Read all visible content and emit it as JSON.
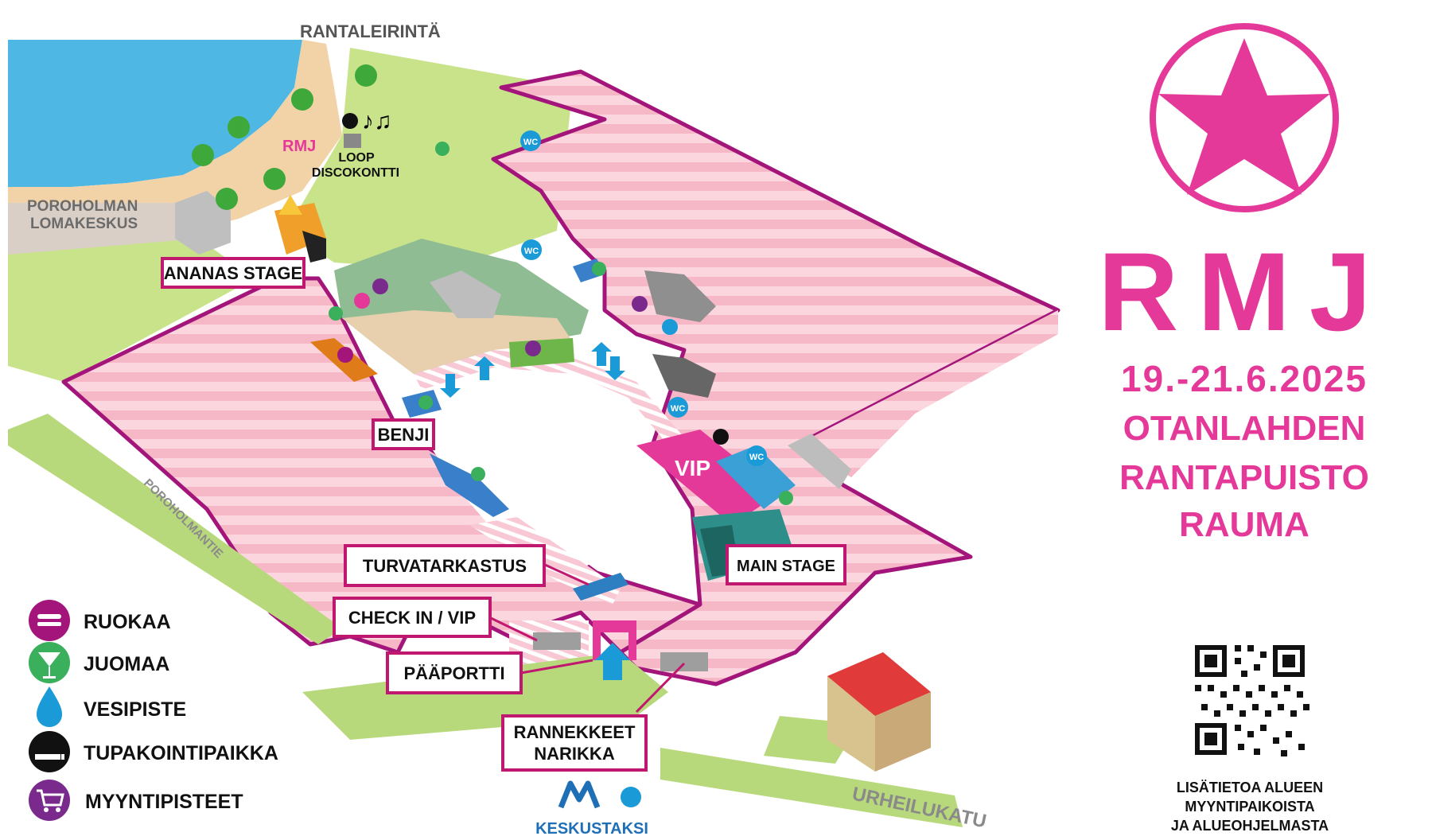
{
  "colors": {
    "festival_pink": "#e5399a",
    "area_fill": "#f6b8c6",
    "area_stripe": "#fbd6de",
    "border": "#a3157a",
    "water": "#4fb7e3",
    "grass": "#c9e38a",
    "sand": "#f2d2a7",
    "parking_green": "#9fd06a",
    "wc_blue": "#1a9ad7"
  },
  "places": {
    "rantaleirinta": "RANTALEIRINTÄ",
    "poroholman_line1": "POROHOLMAN",
    "poroholman_line2": "LOMAKESKUS",
    "poroholmantie": "POROHOLMANTIE",
    "urheilukatu": "URHEILUKATU",
    "loop_line1": "LOOP",
    "loop_line2": "DISCOKONTTI",
    "vip": "VIP",
    "rmj_sign": "RMJ",
    "wc": "WC"
  },
  "callouts": {
    "ananas": "ANANAS STAGE",
    "benji": "BENJI",
    "turvatarkastus": "TURVATARKASTUS",
    "checkin": "CHECK IN / VIP",
    "paaportti": "PÄÄPORTTI",
    "rannekkeet_line1": "RANNEKKEET",
    "rannekkeet_line2": "NARIKKA",
    "main_stage": "MAIN STAGE"
  },
  "legend": [
    {
      "label": "RUOKAA",
      "icon": "burger-icon",
      "color": "#a3157a"
    },
    {
      "label": "JUOMAA",
      "icon": "cocktail-icon",
      "color": "#3aaf5c"
    },
    {
      "label": "VESIPISTE",
      "icon": "water-drop-icon",
      "color": "#1a9ad7"
    },
    {
      "label": "TUPAKOINTIPAIKKA",
      "icon": "cigarette-icon",
      "color": "#111111"
    },
    {
      "label": "MYYNTIPISTEET",
      "icon": "cart-icon",
      "color": "#7a2a8c"
    }
  ],
  "brand": {
    "name": "RMJ",
    "dates": "19.-21.6.2025",
    "venue_line1": "OTANLAHDEN",
    "venue_line2": "RANTAPUISTO",
    "city": "RAUMA"
  },
  "qr": {
    "caption_line1": "LISÄTIETOA ALUEEN",
    "caption_line2": "MYYNTIPAIKOISTA",
    "caption_line3": "JA ALUEOHJELMASTA"
  },
  "taxi": {
    "name": "KESKUSTAKSI"
  }
}
